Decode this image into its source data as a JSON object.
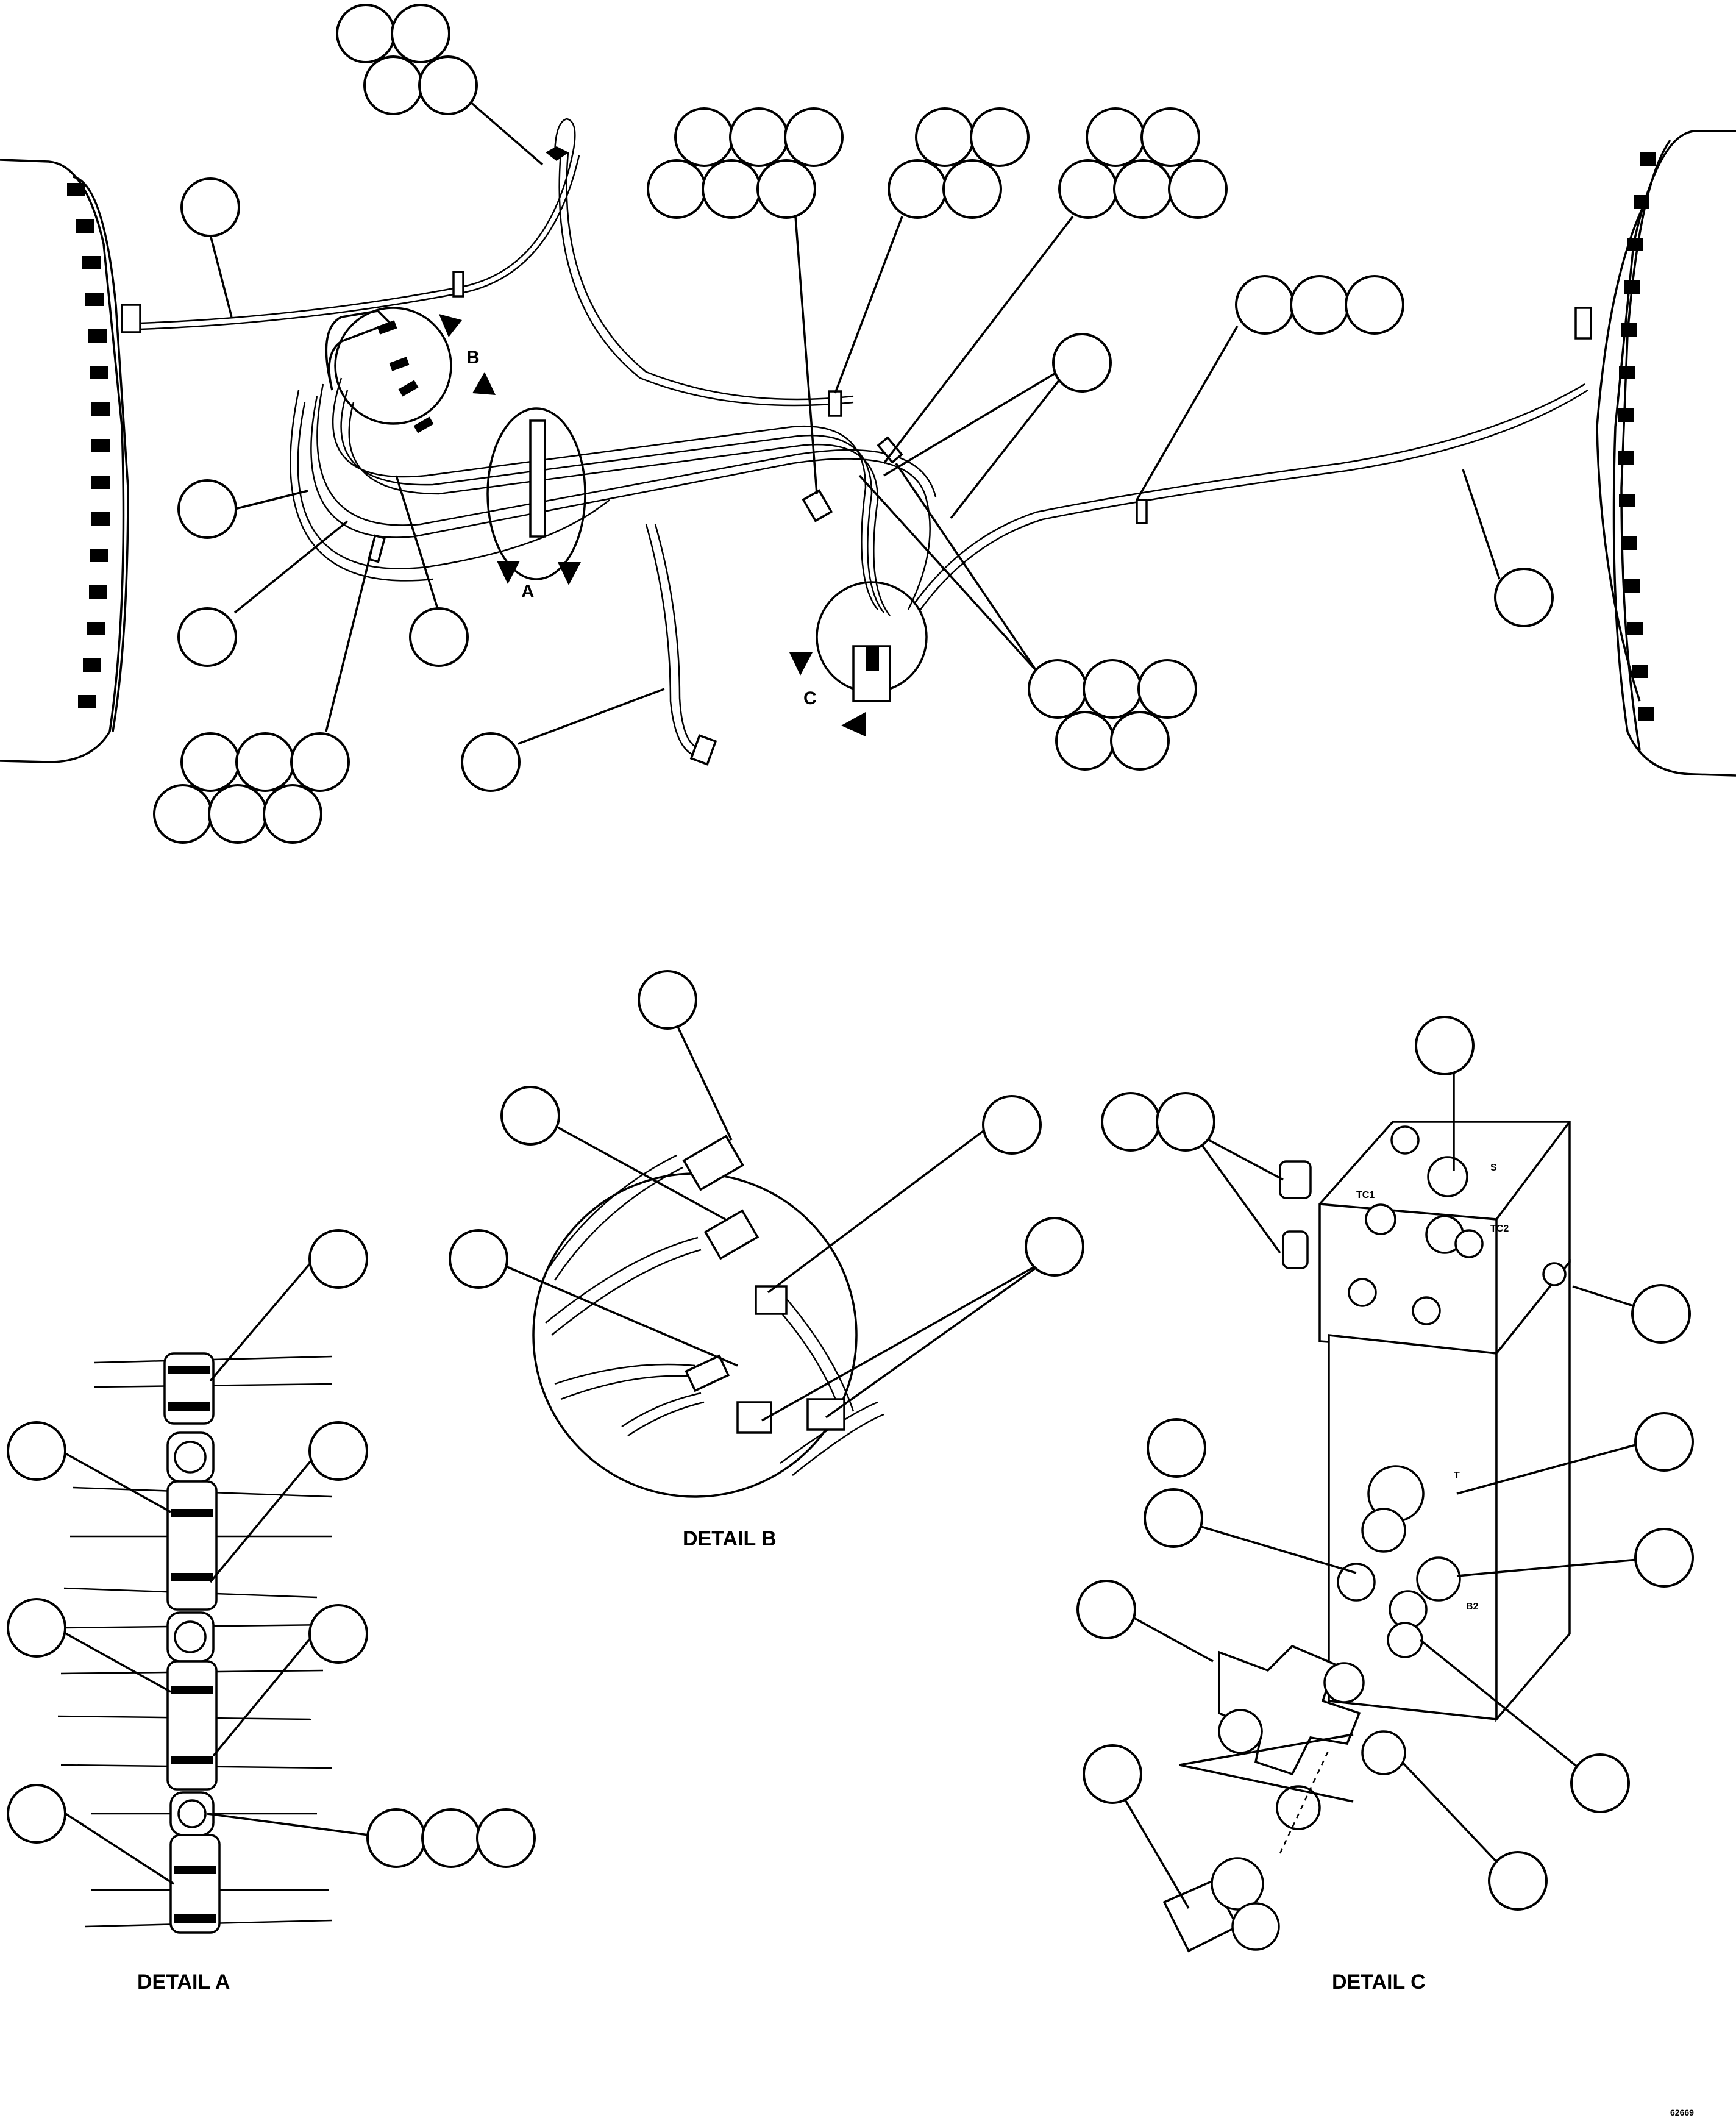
{
  "view_labels": {
    "detail_a_marker": "A",
    "detail_b_marker": "B",
    "detail_c_marker": "C"
  },
  "captions": {
    "detail_a": "DETAIL A",
    "detail_b": "DETAIL B",
    "detail_c": "DETAIL C"
  },
  "port_markings": {
    "s": "S",
    "tc1": "TC1",
    "tc2": "TC2",
    "t": "T",
    "b2": "B2"
  },
  "figure_number": "62669"
}
